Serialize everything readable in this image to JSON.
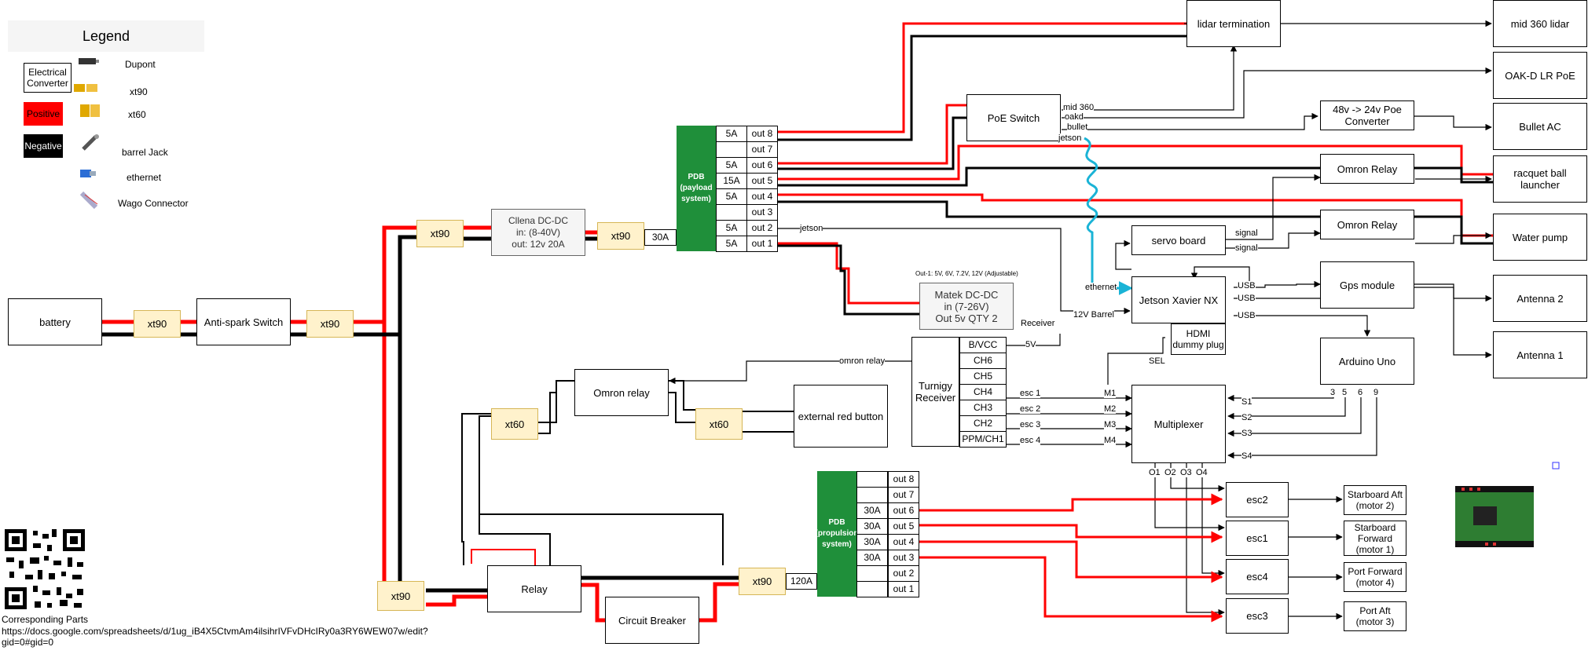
{
  "legend": {
    "title": "Legend",
    "electrical_converter": "Electrical Converter",
    "positive": "Positive",
    "negative": "Negative",
    "items": [
      "Dupont",
      "xt90",
      "xt60",
      "barrel Jack",
      "ethernet",
      "Wago Connector"
    ],
    "colors": {
      "positive": "#ff0000",
      "negative": "#000000",
      "connector_fill": "#fff2cc",
      "pdb_fill": "#1f8f3a",
      "ethernet": "#1ab3d6"
    }
  },
  "nodes": {
    "battery": "battery",
    "xt90_a": "xt90",
    "anti_spark": "Anti-spark Switch",
    "xt90_b": "xt90",
    "xt90_c": "xt90",
    "cllena": "Cllena DC-DC\nin: (8-40V)\nout: 12v 20A",
    "xt90_d": "xt90",
    "fuse_30a": "30A",
    "pdb_payload": "PDB\n(payload\nsystem)",
    "pdb_propulsion": "PDB\n(propulsion\nsystem)",
    "xt90_e": "xt90",
    "relay": "Relay",
    "circuit_breaker": "Circuit Breaker",
    "xt90_f": "xt90",
    "fuse_120a": "120A",
    "omron_relay_main": "Omron relay",
    "xt60_a": "xt60",
    "xt60_b": "xt60",
    "external_red_button": "external red button",
    "matek": "Matek DC-DC\nin (7-26V)\nOut 5v QTY 2",
    "matek_note": "Out-1: 5V, 6V, 7.2V, 12V (Adjustable)",
    "poe_switch": "PoE Switch",
    "lidar_termination": "lidar termination",
    "poe_converter": "48v -> 24v Poe\nConverter",
    "omron_relay_1": "Omron Relay",
    "omron_relay_2": "Omron Relay",
    "servo_board": "servo board",
    "jetson": "Jetson Xavier NX",
    "hdmi_plug": "HDMI\ndummy plug",
    "gps": "Gps module",
    "arduino": "Arduino Uno",
    "multiplexer": "Multiplexer",
    "turnigy": "Turnigy\nReceiver",
    "mid360": "mid 360 lidar",
    "oakd": "OAK-D LR PoE",
    "bullet": "Bullet AC",
    "launcher": "racquet ball launcher",
    "water_pump": "Water pump",
    "antenna2": "Antenna 2",
    "antenna1": "Antenna 1",
    "esc2": "esc2",
    "esc1": "esc1",
    "esc4": "esc4",
    "esc3": "esc3",
    "motor_sa": "Starboard Aft\n(motor 2)",
    "motor_sf": "Starboard\nForward\n(motor 1)",
    "motor_pf": "Port Forward\n(motor 4)",
    "motor_pa": "Port Aft\n(motor 3)"
  },
  "payload_pdb_rows": [
    {
      "fuse": "5A",
      "out": "out 8"
    },
    {
      "fuse": "",
      "out": "out 7"
    },
    {
      "fuse": "5A",
      "out": "out 6"
    },
    {
      "fuse": "15A",
      "out": "out 5"
    },
    {
      "fuse": "5A",
      "out": "out 4"
    },
    {
      "fuse": "",
      "out": "out 3"
    },
    {
      "fuse": "5A",
      "out": "out 2"
    },
    {
      "fuse": "5A",
      "out": "out 1"
    }
  ],
  "propulsion_pdb_rows": [
    {
      "fuse": "",
      "out": "out 8"
    },
    {
      "fuse": "",
      "out": "out 7"
    },
    {
      "fuse": "30A",
      "out": "out 6"
    },
    {
      "fuse": "30A",
      "out": "out 5"
    },
    {
      "fuse": "30A",
      "out": "out 4"
    },
    {
      "fuse": "30A",
      "out": "out 3"
    },
    {
      "fuse": "",
      "out": "out 2"
    },
    {
      "fuse": "",
      "out": "out 1"
    }
  ],
  "receiver_channels": [
    "B/VCC",
    "CH6",
    "CH5",
    "CH4",
    "CH3",
    "CH2",
    "PPM/CH1"
  ],
  "labels": {
    "mid360": "mid 360",
    "oakd": "oakd",
    "bullet": "bullet",
    "jetson_eth": "jetson",
    "jetson_pdb": "jetson",
    "ethernet": "ethernet",
    "barrel": "12V Barrel",
    "receiver": "Receiver",
    "five_v": "5V",
    "omron_relay": "omron relay",
    "sel": "SEL",
    "signal1": "signal",
    "signal2": "signal",
    "usb1": "USB",
    "usb2": "USB",
    "usb3": "USB",
    "esc_lines": [
      "esc 1",
      "esc 2",
      "esc 3",
      "esc 4"
    ],
    "m_lines": [
      "M1",
      "M2",
      "M3",
      "M4"
    ],
    "s_lines": [
      "S1",
      "S2",
      "S3",
      "S4"
    ],
    "arduino_pins": [
      "3",
      "5",
      "6",
      "9"
    ],
    "mux_outputs": [
      "O1",
      "O2",
      "O3",
      "O4"
    ]
  },
  "footer": {
    "parts_label": "Corresponding Parts",
    "url": "https://docs.google.com/spreadsheets/d/1ug_iB4X5CtvmAm4ilsihrIVFvDHcIRy0a3RY6WEW07w/edit?\ngid=0#gid=0"
  }
}
